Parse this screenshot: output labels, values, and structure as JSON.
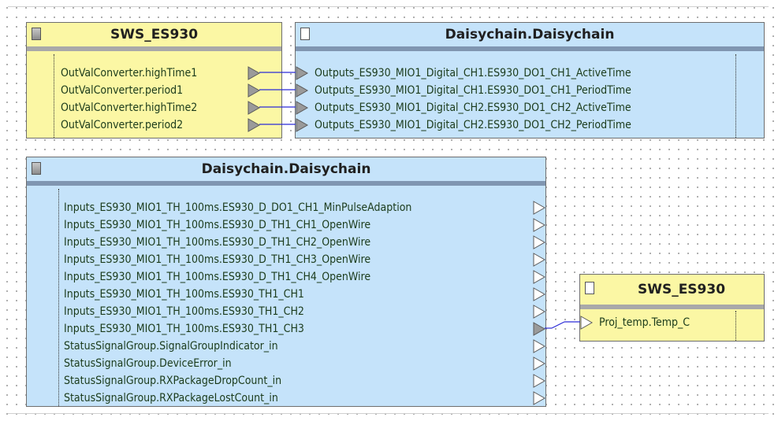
{
  "block1": {
    "title": "SWS_ES930",
    "ports": [
      "OutValConverter.highTime1",
      "OutValConverter.period1",
      "OutValConverter.highTime2",
      "OutValConverter.period2"
    ]
  },
  "block2": {
    "title": "Daisychain.Daisychain",
    "ports": [
      "Outputs_ES930_MIO1_Digital_CH1.ES930_DO1_CH1_ActiveTime",
      "Outputs_ES930_MIO1_Digital_CH1.ES930_DO1_CH1_PeriodTime",
      "Outputs_ES930_MIO1_Digital_CH2.ES930_DO1_CH2_ActiveTime",
      "Outputs_ES930_MIO1_Digital_CH2.ES930_DO1_CH2_PeriodTime"
    ]
  },
  "block3": {
    "title": "Daisychain.Daisychain",
    "ports": [
      "Inputs_ES930_MIO1_TH_100ms.ES930_D_DO1_CH1_MinPulseAdaption",
      "Inputs_ES930_MIO1_TH_100ms.ES930_D_TH1_CH1_OpenWire",
      "Inputs_ES930_MIO1_TH_100ms.ES930_D_TH1_CH2_OpenWire",
      "Inputs_ES930_MIO1_TH_100ms.ES930_D_TH1_CH3_OpenWire",
      "Inputs_ES930_MIO1_TH_100ms.ES930_D_TH1_CH4_OpenWire",
      "Inputs_ES930_MIO1_TH_100ms.ES930_TH1_CH1",
      "Inputs_ES930_MIO1_TH_100ms.ES930_TH1_CH2",
      "Inputs_ES930_MIO1_TH_100ms.ES930_TH1_CH3",
      "StatusSignalGroup.SignalGroupIndicator_in",
      "StatusSignalGroup.DeviceError_in",
      "StatusSignalGroup.RXPackageDropCount_in",
      "StatusSignalGroup.RXPackageLostCount_in"
    ]
  },
  "block4": {
    "title": "SWS_ES930",
    "ports": [
      "Proj_temp.Temp_C"
    ]
  },
  "colors": {
    "yellow_block": "#fbf7a4",
    "blue_block": "#c5e3fa",
    "wire": "#2b2bd6",
    "port_text": "#1b3b1b"
  },
  "connections": [
    {
      "from": "block1.ports.0",
      "to": "block2.ports.0"
    },
    {
      "from": "block1.ports.1",
      "to": "block2.ports.1"
    },
    {
      "from": "block1.ports.2",
      "to": "block2.ports.2"
    },
    {
      "from": "block1.ports.3",
      "to": "block2.ports.3"
    },
    {
      "from": "block3.ports.7",
      "to": "block4.ports.0"
    }
  ]
}
